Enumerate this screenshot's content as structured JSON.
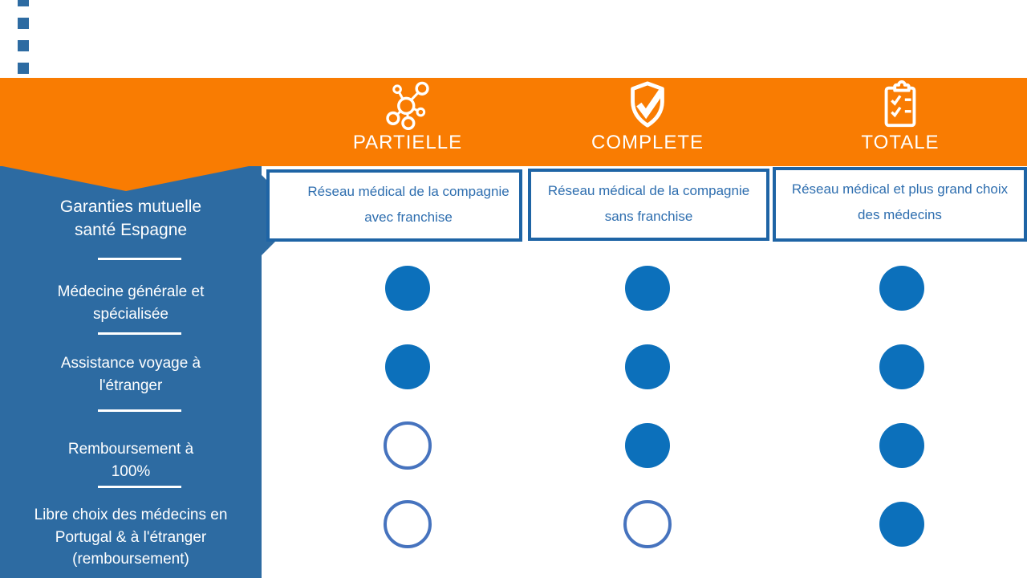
{
  "colors": {
    "orange": "#F97C02",
    "steel_blue": "#2D6BA2",
    "box_border": "#1E64A5",
    "box_text": "#2E6EAF",
    "dot_filled": "#0C70BB",
    "dot_outline": "#4673BE",
    "text_on_dark": "#FFFFFF"
  },
  "decor": {
    "square_dot_count": 8,
    "square_dot_icon": "square-bullet-icon"
  },
  "header": {
    "plans": [
      {
        "label": "PARTIELLE",
        "icon": "network-nodes-icon",
        "description": "Réseau médical de la compagnie avec franchise"
      },
      {
        "label": "COMPLETE",
        "icon": "shield-check-icon",
        "description": "Réseau médical de la compagnie sans franchise"
      },
      {
        "label": "TOTALE",
        "icon": "clipboard-checklist-icon",
        "description": "Réseau médical et plus grand choix des médecins"
      }
    ]
  },
  "sidebar": {
    "title": "Garanties mutuelle santé Espagne",
    "rows": [
      "Médecine générale et spécialisée",
      "Assistance voyage à l'étranger",
      "Remboursement à 100%",
      "Libre choix des médecins en Portugal & à l'étranger (remboursement)"
    ]
  },
  "coverage": {
    "matrix": [
      [
        true,
        true,
        true
      ],
      [
        true,
        true,
        true
      ],
      [
        false,
        true,
        true
      ],
      [
        false,
        false,
        true
      ]
    ]
  }
}
